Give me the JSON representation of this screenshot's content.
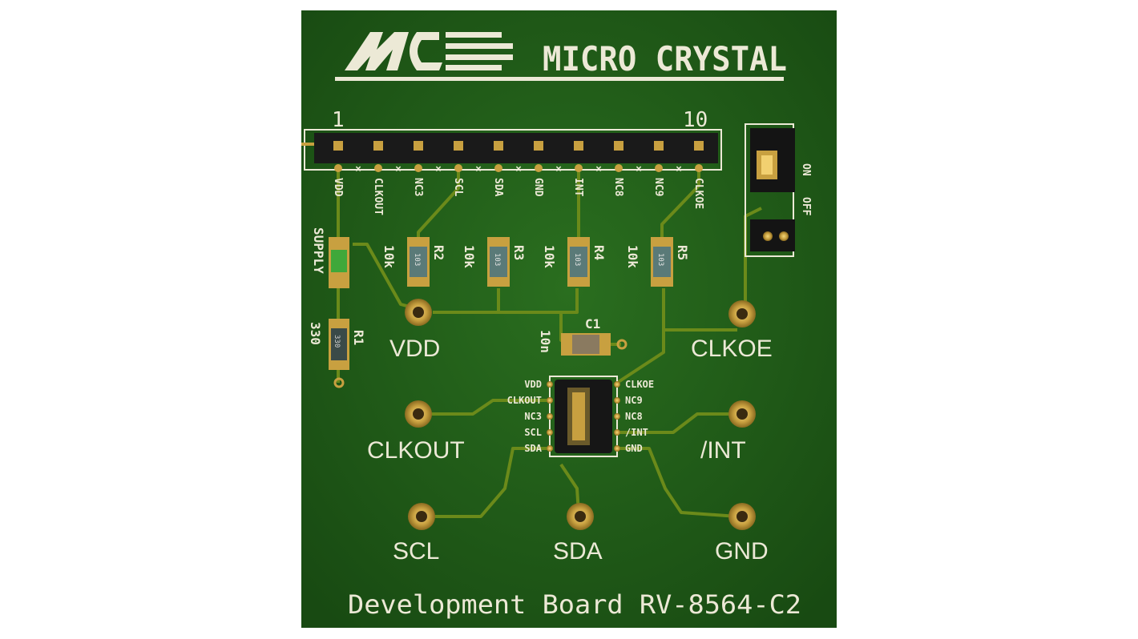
{
  "board": {
    "logo_text": "MICRO CRYSTAL",
    "footer": "Development Board RV-8564-C2",
    "colors": {
      "board": "#1e5a16",
      "silkscreen": "#ece9d6",
      "copper": "#c8a040",
      "trace": "#6b8a1a"
    }
  },
  "header": {
    "pin_first": "1",
    "pin_last": "10",
    "pins": [
      "VDD",
      "CLKOUT",
      "NC3",
      "SCL",
      "SDA",
      "GND",
      "INT",
      "NC8",
      "NC9",
      "CLKOE"
    ]
  },
  "jumper": {
    "on": "ON",
    "off": "OFF"
  },
  "components": {
    "supply_led": "SUPPLY",
    "r1": {
      "ref": "R1",
      "value": "330",
      "code": "330"
    },
    "r2": {
      "ref": "R2",
      "value": "10k",
      "code": "103"
    },
    "r3": {
      "ref": "R3",
      "value": "10k",
      "code": "103"
    },
    "r4": {
      "ref": "R4",
      "value": "10k",
      "code": "103"
    },
    "r5": {
      "ref": "R5",
      "value": "10k",
      "code": "103"
    },
    "c1": {
      "ref": "C1",
      "value": "10n"
    }
  },
  "ic": {
    "left_pins": [
      "VDD",
      "CLKOUT",
      "NC3",
      "SCL",
      "SDA"
    ],
    "right_pins": [
      "CLKOE",
      "NC9",
      "NC8",
      "/INT",
      "GND"
    ]
  },
  "test_points": {
    "vdd": "VDD",
    "clkoe": "CLKOE",
    "clkout": "CLKOUT",
    "int": "/INT",
    "scl": "SCL",
    "sda": "SDA",
    "gnd": "GND"
  }
}
